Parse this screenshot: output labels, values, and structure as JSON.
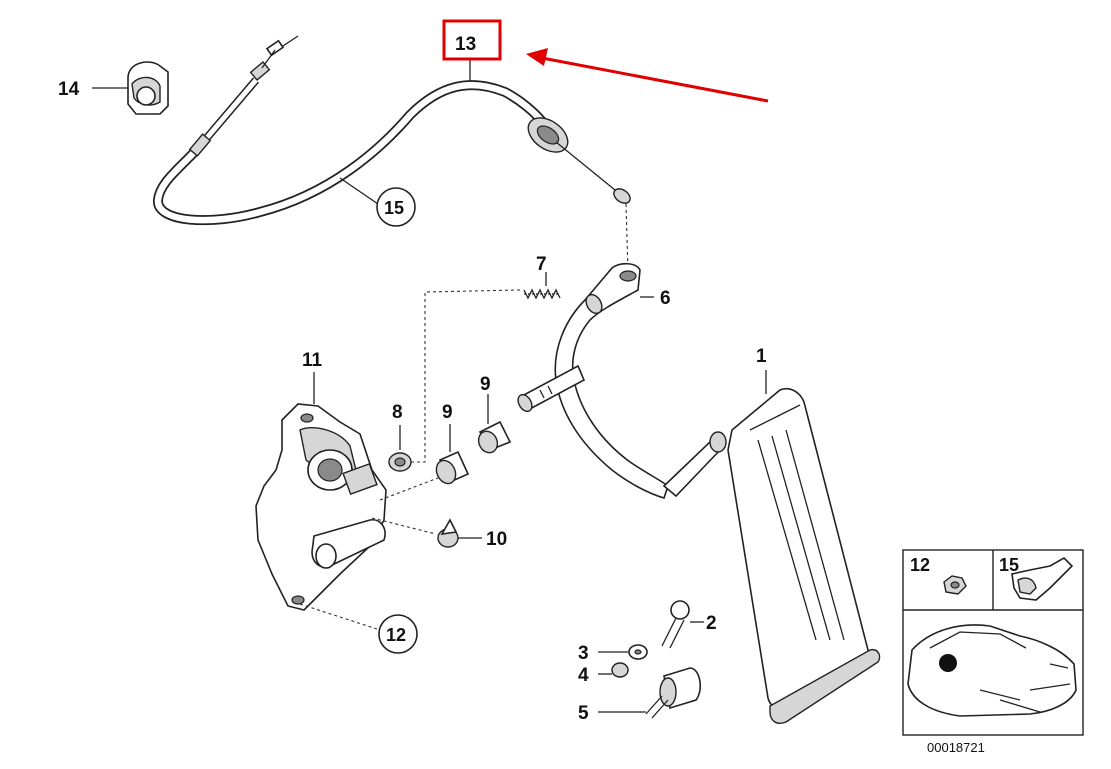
{
  "diagram_code": "00018721",
  "highlight_color": "#e00000",
  "labels": {
    "p1": "1",
    "p2": "2",
    "p3": "3",
    "p4": "4",
    "p5": "5",
    "p6": "6",
    "p7": "7",
    "p8": "8",
    "p9a": "9",
    "p9b": "9",
    "p10": "10",
    "p11": "11",
    "p12": "12",
    "p13": "13",
    "p14": "14",
    "p15": "15"
  },
  "inset": {
    "p12": "12",
    "p15": "15"
  }
}
